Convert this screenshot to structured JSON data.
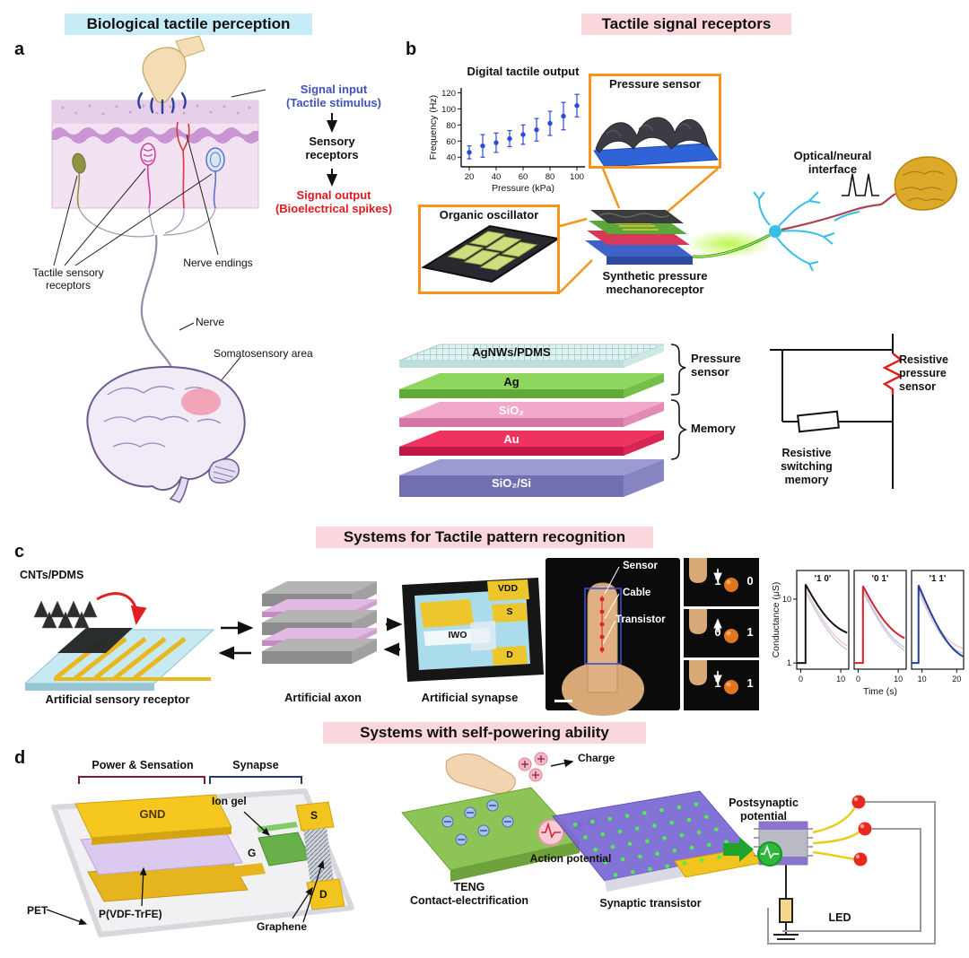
{
  "panel_a": {
    "letter": "a",
    "title": "Biological tactile perception",
    "title_bg": "#c7ebf7",
    "signal_input": "Signal input\n(Tactile stimulus)",
    "signal_input_color": "#4052b8",
    "sensory_receptors": "Sensory\nreceptors",
    "signal_output": "Signal output\n(Bioelectrical spikes)",
    "signal_output_color": "#e01820",
    "tactile_sensory_receptors": "Tactile sensory\nreceptors",
    "nerve_endings": "Nerve endings",
    "nerve": "Nerve",
    "somatosensory_area": "Somatosensory area"
  },
  "panel_b": {
    "letter": "b",
    "title": "Tactile signal receptors",
    "title_bg": "#fad7dc",
    "accent_orange": "#f7941d",
    "pressure_sensor": "Pressure sensor",
    "organic_oscillator": "Organic oscillator",
    "synthetic_mechanoreceptor": "Synthetic pressure\nmechanoreceptor",
    "optical_neural_interface": "Optical/neural\ninterface",
    "stack": {
      "layers": [
        "AgNWs/PDMS",
        "Ag",
        "SiO₂",
        "Au",
        "SiO₂/Si"
      ],
      "brace_pressure_sensor": "Pressure\nsensor",
      "brace_memory": "Memory"
    },
    "circuit": {
      "resistive_pressure_sensor": "Resistive\npressure\nsensor",
      "resistive_switching_memory": "Resistive\nswitching\nmemory"
    }
  },
  "panel_c": {
    "letter": "c",
    "title": "Systems for Tactile pattern recognition",
    "cnts_pdms": "CNTs/PDMS",
    "artificial_sensory_receptor": "Artificial sensory receptor",
    "artificial_axon": "Artificial axon",
    "artificial_synapse": "Artificial synapse",
    "pads": {
      "vdd": "VDD",
      "s": "S",
      "iwo": "IWO",
      "d": "D"
    },
    "photo_labels": {
      "sensor": "Sensor",
      "cable": "Cable",
      "transistor": "Transistor"
    },
    "binary_rows": [
      [
        "1",
        "0"
      ],
      [
        "0",
        "1"
      ],
      [
        "1",
        "1"
      ]
    ]
  },
  "panel_d": {
    "letter": "d",
    "title": "Systems with self-powering ability",
    "power_sensation": "Power & Sensation",
    "synapse": "Synapse",
    "gnd": "GND",
    "ion_gel": "Ion gel",
    "s": "S",
    "d": "D",
    "g": "G",
    "pet": "PET",
    "pvdf": "P(VDF-TrFE)",
    "graphene": "Graphene",
    "charge": "Charge",
    "action_potential": "Action potential",
    "teng": "TENG\nContact-electrification",
    "synaptic_transistor": "Synaptic transistor",
    "postsynaptic_potential": "Postsynaptic\npotential",
    "led": "LED"
  },
  "chart_data": [
    {
      "type": "scatter",
      "title": "Digital tactile output",
      "xlabel": "Pressure (kPa)",
      "ylabel": "Frequency (Hz)",
      "x": [
        20,
        30,
        40,
        50,
        60,
        70,
        80,
        90,
        100
      ],
      "y": [
        46,
        54,
        58,
        63,
        68,
        74,
        82,
        91,
        104
      ],
      "yerr": [
        8,
        14,
        12,
        10,
        12,
        14,
        15,
        17,
        14
      ],
      "xticks": [
        20,
        40,
        60,
        80,
        100
      ],
      "yticks": [
        40,
        60,
        80,
        100,
        120
      ],
      "xlim": [
        14,
        106
      ],
      "ylim": [
        28,
        126
      ],
      "marker_color": "#2b4bd7",
      "grid": false
    },
    {
      "type": "line",
      "xlabel": "Time (s)",
      "ylabel": "Conductance (μS)",
      "yscale": "log",
      "ylim": [
        0.8,
        28
      ],
      "yticks": [
        10,
        1
      ],
      "panels": [
        {
          "label": "'1 0'",
          "trange": [
            -1,
            12
          ],
          "t0": 1.2,
          "xticks": [
            0,
            10
          ],
          "series": [
            {
              "name": "faint-blue",
              "color": "#bcc6ec",
              "peak": 13,
              "end": 1.15,
              "width": 1.3
            },
            {
              "name": "faint-pink",
              "color": "#f4c0ca",
              "peak": 14.5,
              "end": 1.35,
              "width": 1.3
            },
            {
              "name": "state-10",
              "color": "#141414",
              "peak": 17,
              "end": 2.4,
              "width": 2
            }
          ]
        },
        {
          "label": "'0 1'",
          "trange": [
            -1,
            12
          ],
          "t0": 1.2,
          "xticks": [
            0,
            10
          ],
          "series": [
            {
              "name": "faint-gray",
              "color": "#cdccd6",
              "peak": 13,
              "end": 1.1,
              "width": 1.3
            },
            {
              "name": "faint-blue",
              "color": "#bcc6ec",
              "peak": 14,
              "end": 1.25,
              "width": 1.3
            },
            {
              "name": "state-01",
              "color": "#d2232a",
              "peak": 16,
              "end": 1.9,
              "width": 2
            }
          ]
        },
        {
          "label": "'1 1'",
          "trange": [
            7,
            22
          ],
          "t0": 9,
          "xticks": [
            10,
            20
          ],
          "series": [
            {
              "name": "faint-gray",
              "color": "#cdccd6",
              "peak": 13,
              "end": 1.2,
              "width": 1.3
            },
            {
              "name": "faint-pink",
              "color": "#f4c0ca",
              "peak": 14.5,
              "end": 1.45,
              "width": 1.3
            },
            {
              "name": "state-11",
              "color": "#20409a",
              "peak": 16.5,
              "end": 0.98,
              "width": 2
            }
          ]
        }
      ]
    }
  ]
}
